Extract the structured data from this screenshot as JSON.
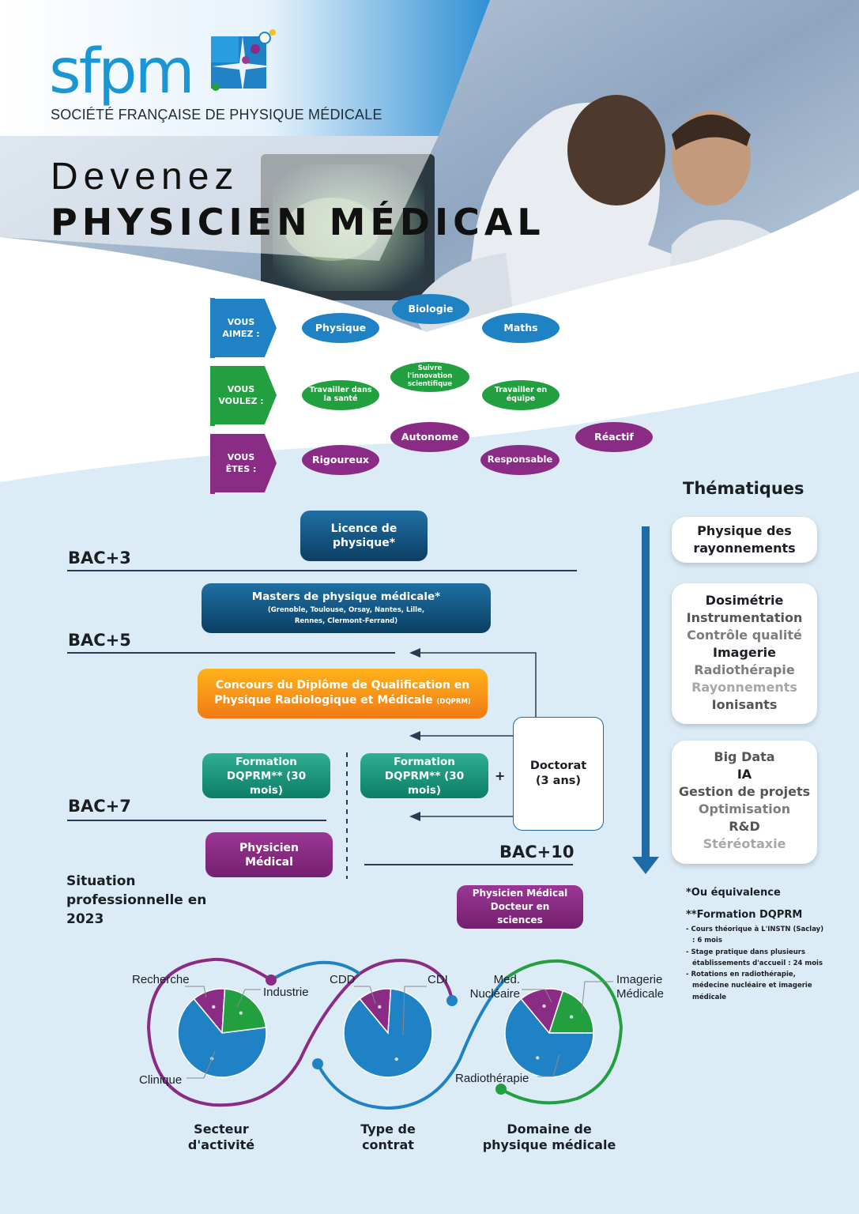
{
  "header": {
    "brand": "sfpm",
    "brand_sub": "SOCIÉTÉ FRANÇAISE DE PHYSIQUE MÉDICALE",
    "title_line1": "Devenez",
    "title_line2": "PHYSICIEN MÉDICAL"
  },
  "profile": {
    "aimez": {
      "label": "VOUS AIMEZ :",
      "items": [
        "Physique",
        "Biologie",
        "Maths"
      ]
    },
    "voulez": {
      "label": "VOUS VOULEZ :",
      "items": [
        "Travailler dans la santé",
        "Suivre l'innovation scientifique",
        "Travailler en équipe"
      ]
    },
    "etes": {
      "label": "VOUS ÊTES :",
      "items": [
        "Rigoureux",
        "Autonome",
        "Responsable",
        "Réactif"
      ]
    }
  },
  "path": {
    "licence": "Licence de physique*",
    "bac3": "BAC+3",
    "masters_title": "Masters de physique médicale*",
    "masters_cities": "(Grenoble, Toulouse, Orsay, Nantes, Lille, Rennes, Clermont-Ferrand)",
    "bac5": "BAC+5",
    "concours_line1": "Concours du Diplôme de Qualification en",
    "concours_line2": "Physique Radiologique et Médicale",
    "concours_abbr": "(DQPRM)",
    "formation_1": "Formation DQPRM** (30 mois)",
    "formation_2": "Formation DQPRM** (30 mois)",
    "plus": "+",
    "doctorat": "Doctorat (3 ans)",
    "bac7": "BAC+7",
    "physicien": "Physicien Médical",
    "bac10": "BAC+10",
    "physicien_docteur": "Physicien Médical Docteur en sciences"
  },
  "themes": {
    "title": "Thématiques",
    "card1": [
      "Physique des",
      "rayonnements"
    ],
    "card2": [
      "Dosimétrie",
      "Instrumentation",
      "Contrôle qualité",
      "Imagerie",
      "Radiothérapie",
      "Rayonnements",
      "Ionisants"
    ],
    "card3": [
      "Big Data",
      "IA",
      "Gestion de projets",
      "Optimisation",
      "R&D",
      "Stéréotaxie"
    ]
  },
  "footnotes": {
    "equiv": "*Ou équivalence",
    "formation_title": "**Formation DQPRM",
    "items": [
      "Cours théorique à L'INSTN (Saclay) : 6 mois",
      "Stage pratique dans plusieurs établissements d'accueil : 24 mois",
      "Rotations en radiothérapie, médecine nucléaire et imagerie médicale"
    ]
  },
  "situation": {
    "title": "Situation professionnelle en 2023"
  },
  "colors": {
    "blue": "#1e82c4",
    "green": "#22a040",
    "purple": "#8a2c86",
    "light_bg": "#dbecf6"
  },
  "chart_data": [
    {
      "type": "pie",
      "title": "Secteur d'activité",
      "labels": [
        "Recherche",
        "Industrie",
        "Clinique"
      ],
      "values": [
        12,
        22,
        66
      ],
      "colors": [
        "#8a2c86",
        "#22a040",
        "#1e82c4"
      ]
    },
    {
      "type": "pie",
      "title": "Type de contrat",
      "labels": [
        "CDD",
        "CDI"
      ],
      "values": [
        12,
        88
      ],
      "colors": [
        "#8a2c86",
        "#1e82c4"
      ]
    },
    {
      "type": "pie",
      "title": "Domaine de physique médicale",
      "labels": [
        "Med. Nucléaire",
        "Imagerie Médicale",
        "Radiothérapie"
      ],
      "values": [
        16,
        20,
        64
      ],
      "colors": [
        "#8a2c86",
        "#22a040",
        "#1e82c4"
      ]
    }
  ]
}
